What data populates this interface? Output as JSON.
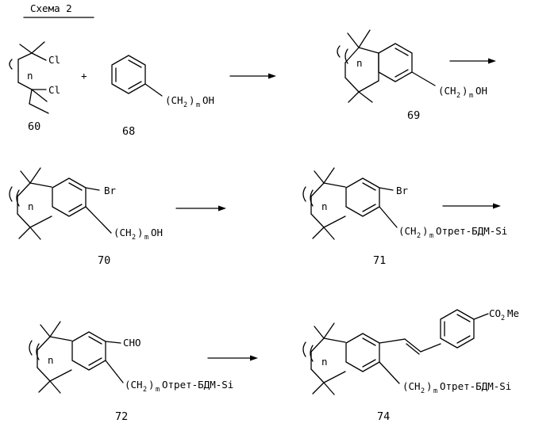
{
  "title": "Схема 2",
  "labels": {
    "n": "n",
    "m": "m",
    "cl": "Cl",
    "br": "Br",
    "plus": "+",
    "ch2_open": "(CH",
    "ch2_two": "2",
    "close_paren": ")",
    "oh": "OH",
    "o_tbdms": "Oтрет-БДМ-Si",
    "cho": "CHO",
    "co2me_co": "CO",
    "co2me_two": "2",
    "co2me_me": "Me"
  },
  "compounds": [
    "60",
    "68",
    "69",
    "70",
    "71",
    "72",
    "74"
  ]
}
